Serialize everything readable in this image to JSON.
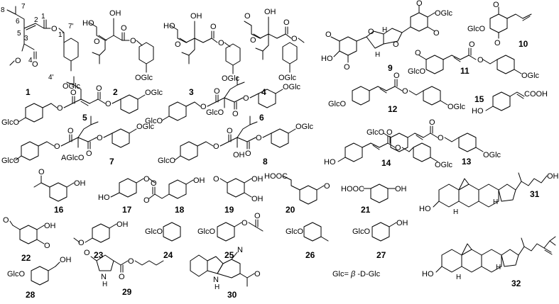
{
  "compounds": [
    {
      "id": "1",
      "substituents": [
        "OGlc"
      ],
      "locants": [
        "8",
        "7",
        "6",
        "5",
        "4",
        "3",
        "2",
        "1",
        "1'",
        "7'",
        "4'"
      ],
      "atoms": [
        "O",
        "O",
        "O"
      ]
    },
    {
      "id": "2",
      "substituents": [
        "HO",
        "OH",
        "OGlc"
      ],
      "atoms": [
        "O",
        "O",
        "O"
      ]
    },
    {
      "id": "3",
      "substituents": [
        "HO",
        "OH",
        "OGlc"
      ],
      "atoms": [
        "O",
        "O",
        "O"
      ]
    },
    {
      "id": "4",
      "substituents": [
        "OH",
        "OGlc"
      ],
      "atoms": [
        "O",
        "O",
        "O",
        "O"
      ]
    },
    {
      "id": "5",
      "substituents": [
        "GlcO",
        "OGlc"
      ],
      "atoms": [
        "O",
        "O",
        "O",
        "O"
      ]
    },
    {
      "id": "6",
      "substituents": [
        "GlcO",
        "GlcO",
        "OGlc"
      ],
      "atoms": [
        "O",
        "O",
        "O",
        "O"
      ]
    },
    {
      "id": "7",
      "substituents": [
        "GlcO",
        "AGlcO",
        "OGlc"
      ],
      "atoms": [
        "O",
        "O",
        "O",
        "O"
      ]
    },
    {
      "id": "8",
      "substituents": [
        "GlcO",
        "OH",
        "OGlc"
      ],
      "atoms": [
        "O",
        "O",
        "O",
        "O"
      ]
    },
    {
      "id": "9",
      "substituents": [
        "HO",
        "OGlc"
      ],
      "atoms": [
        "O",
        "O",
        "O",
        "O",
        "O",
        "O"
      ],
      "stereo": [
        "H",
        "H"
      ]
    },
    {
      "id": "10",
      "substituents": [
        "GlcO"
      ],
      "atoms": [
        "O",
        "O"
      ]
    },
    {
      "id": "11",
      "substituents": [
        "GlcO",
        "OGlc"
      ],
      "atoms": [
        "O",
        "O",
        "O"
      ]
    },
    {
      "id": "12",
      "substituents": [
        "GlcO",
        "OGlc"
      ],
      "atoms": [
        "O",
        "O"
      ]
    },
    {
      "id": "13",
      "substituents": [
        "GlcO",
        "OGlc"
      ],
      "atoms": [
        "O",
        "O"
      ]
    },
    {
      "id": "14",
      "substituents": [
        "HO",
        "OGlc"
      ],
      "atoms": [
        "O",
        "O"
      ]
    },
    {
      "id": "15",
      "substituents": [
        "HO",
        "COOH"
      ]
    },
    {
      "id": "16",
      "substituents": [
        "OH"
      ],
      "atoms": [
        "O"
      ]
    },
    {
      "id": "17",
      "substituents": [
        "HO"
      ],
      "atoms": [
        "O"
      ]
    },
    {
      "id": "18",
      "substituents": [
        "OH"
      ],
      "atoms": [
        "O",
        "O"
      ]
    },
    {
      "id": "19",
      "substituents": [
        "OH",
        "OH"
      ],
      "atoms": [
        "O"
      ]
    },
    {
      "id": "20",
      "substituents": [
        "HOOC"
      ],
      "atoms": [
        "O"
      ]
    },
    {
      "id": "21",
      "substituents": [
        "HOOC",
        "OH"
      ]
    },
    {
      "id": "22",
      "substituents": [
        "OH"
      ],
      "atoms": [
        "O",
        "O"
      ]
    },
    {
      "id": "23",
      "substituents": [
        "OH"
      ],
      "atoms": [
        "O"
      ]
    },
    {
      "id": "24",
      "substituents": [
        "GlcO"
      ]
    },
    {
      "id": "25",
      "substituents": [
        "GlcO"
      ],
      "atoms": [
        "O",
        "O"
      ]
    },
    {
      "id": "26",
      "substituents": [
        "GlcO"
      ]
    },
    {
      "id": "27",
      "substituents": [
        "GlcO",
        "OH"
      ]
    },
    {
      "id": "28",
      "substituents": [
        "GlcO",
        "OH"
      ]
    },
    {
      "id": "29",
      "substituents": [
        "O"
      ],
      "atoms": [
        "N",
        "H",
        "O",
        "O"
      ]
    },
    {
      "id": "30",
      "substituents": [
        "N",
        "H"
      ],
      "atoms": [
        "N",
        "O"
      ]
    },
    {
      "id": "31",
      "substituents": [
        "HO",
        "OH"
      ],
      "stereo": [
        "H",
        "H"
      ]
    },
    {
      "id": "32",
      "substituents": [
        "HO"
      ],
      "stereo": [
        "H",
        "H"
      ]
    }
  ],
  "legend": {
    "prefix": "Glc= ",
    "beta": "β",
    "suffix": " -D-Glc"
  }
}
